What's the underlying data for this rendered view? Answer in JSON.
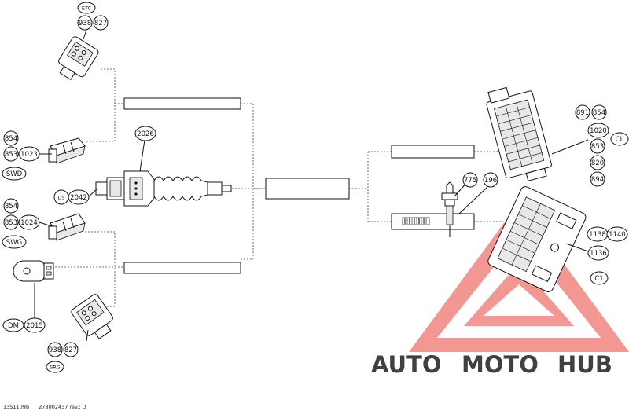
{
  "callouts": {
    "etc": "ETC",
    "c938_top": "938",
    "c827_top": "827",
    "c854_swd": "854",
    "c853_swd": "853",
    "c1023": "1023",
    "swd": "SWD",
    "c2026": "2026",
    "ds": "DS",
    "c2042": "2042",
    "c854_swg": "854",
    "c853_swg": "853",
    "c1024": "1024",
    "swg": "SWG",
    "dm": "DM",
    "c2015": "2015",
    "c938_bot": "938",
    "c827_bot": "827",
    "srg": "SRG",
    "c775": "775",
    "c196": "196",
    "c891": "891",
    "c854_cl": "854",
    "c1020": "1020",
    "c853_cl": "853",
    "c820": "820",
    "c894": "894",
    "cl": "CL",
    "c1138": "1138",
    "c1140": "1140",
    "c1136": "1136",
    "c1": "C1"
  },
  "watermark": {
    "part1": "AUTO",
    "part2": "MOTO",
    "part3": "HUB",
    "color_orange": "#f5a623",
    "color_red": "#e8433a",
    "color_dark": "#3c3c3c"
  },
  "footer": {
    "code": "13S1109b",
    "ref": "278002437 rev.: D"
  }
}
